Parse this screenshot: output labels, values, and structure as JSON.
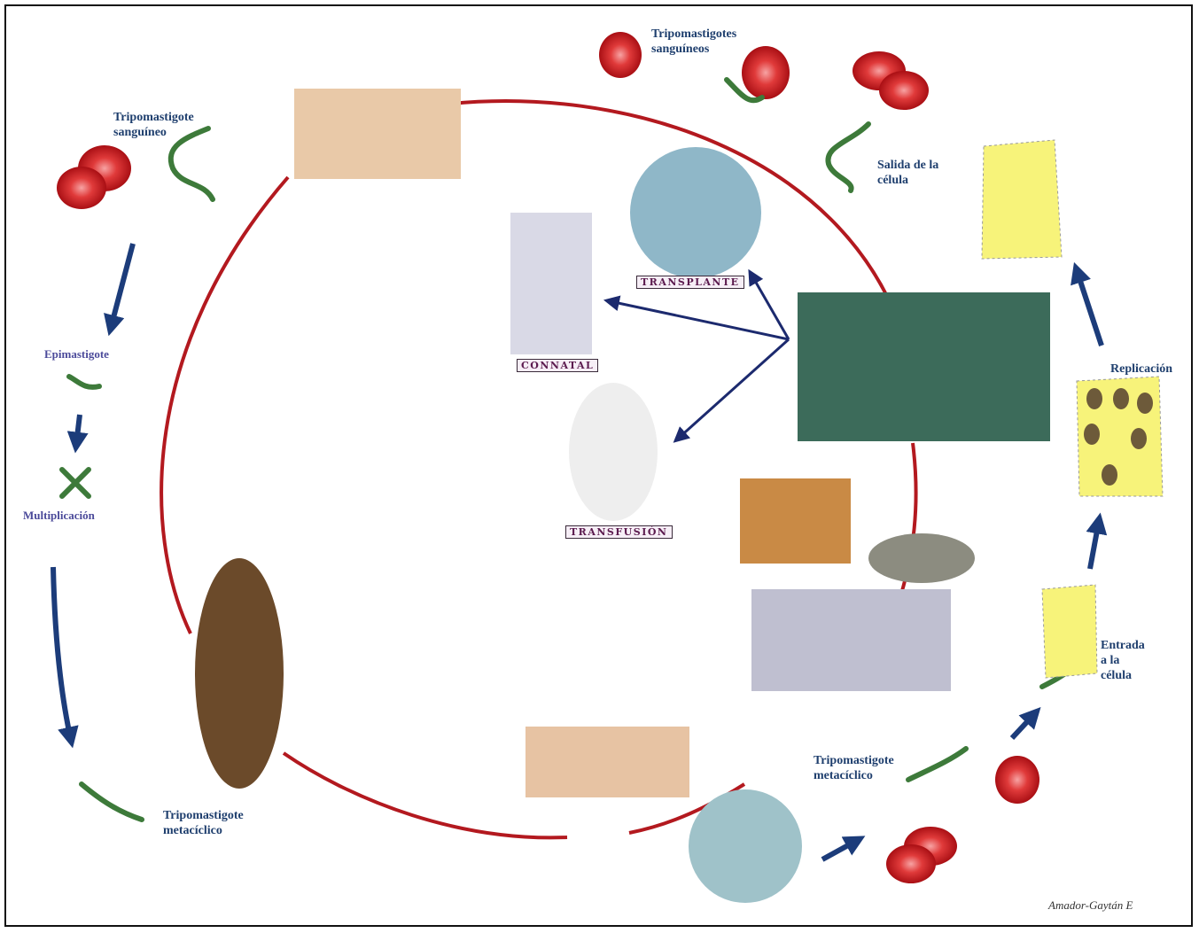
{
  "labels": {
    "trypo_sanguineo_left": "Tripomastigote",
    "trypo_sanguineo_left_2": "sanguíneo",
    "epimastigote": "Epimastigote",
    "multiplicacion": "Multiplicación",
    "trypo_metaciclico_left": "Tripomastigote",
    "trypo_metaciclico_left_2": "metacíclico",
    "trypo_sanguineos_top": "Tripomastigotes",
    "trypo_sanguineos_top_2": "sanguíneos",
    "salida": "Salida de la",
    "salida_2": "célula",
    "replicacion": "Replicación",
    "entrada": "Entrada",
    "entrada_2": "a la",
    "entrada_3": "célula",
    "trypo_metaciclico_right": "Tripomastigote",
    "trypo_metaciclico_right_2": "metacíclico"
  },
  "boxes": {
    "transplante": "TRANSPLANTE",
    "connatal": "CONNATAL",
    "transfusion": "TRANSFUSIÓN"
  },
  "credit": "Amador-Gaytán E",
  "colors": {
    "cycle": "#b3191f",
    "arrow": "#1c3c7a",
    "rbc": "#c9161d",
    "parasite": "#3d7a3a",
    "cell": "#f7f37a"
  }
}
